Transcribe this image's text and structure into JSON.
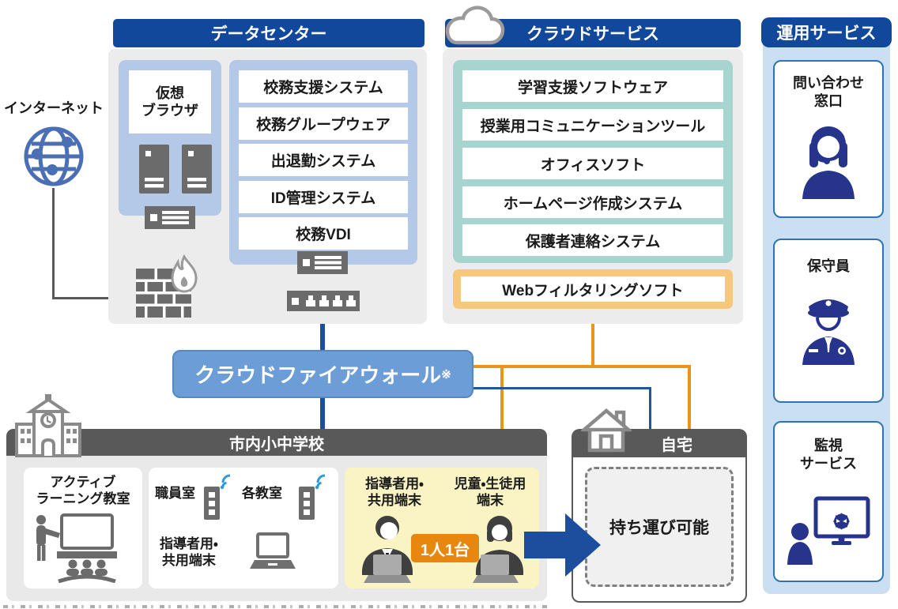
{
  "internet": {
    "label": "インターネット"
  },
  "datacenter": {
    "title": "データセンター",
    "virtual_browser": {
      "line1": "仮想",
      "line2": "ブラウザ"
    },
    "systems": [
      "校務支援システム",
      "校務グループウェア",
      "出退勤システム",
      "ID管理システム",
      "校務VDI"
    ]
  },
  "cloud": {
    "title": "クラウドサービス",
    "services": [
      "学習支援ソフトウェア",
      "授業用コミュニケーションツール",
      "オフィスソフト",
      "ホームページ作成システム",
      "保護者連絡システム"
    ],
    "filter_label": "Webフィルタリングソフト"
  },
  "firewall": {
    "label": "クラウドファイアウォール",
    "note_mark": "※"
  },
  "school": {
    "title": "市内小中学校",
    "active_room": {
      "line1": "アクティブ",
      "line2": "ラーニング教室"
    },
    "staff_room": "職員室",
    "classroom": "各教室",
    "shared_terminal": {
      "line1": "指導者用・",
      "line2": "共用端末"
    },
    "one_to_one": {
      "teacher": {
        "line1": "指導者用・",
        "line2": "共用端末"
      },
      "student": {
        "line1": "児童・生徒用",
        "line2": "端末"
      },
      "badge": "1人1台"
    }
  },
  "home": {
    "title": "自宅",
    "portable": "持ち運び可能"
  },
  "operation": {
    "title": "運用サービス",
    "cards": [
      {
        "line1": "問い合わせ",
        "line2": "窓口",
        "icon": "operator-icon"
      },
      {
        "line1": "保守員",
        "line2": "",
        "icon": "guard-icon"
      },
      {
        "line1": "監視",
        "line2": "サービス",
        "icon": "monitoring-icon"
      }
    ]
  },
  "icons": [
    "globe-icon",
    "server-icon",
    "router-icon",
    "switch-icon",
    "firewall-brick-icon",
    "flame-icon",
    "cloud-icon",
    "school-building-icon",
    "house-icon",
    "access-point-icon",
    "wifi-icon",
    "laptop-icon",
    "classroom-presentation-icon",
    "teacher-laptop-icon",
    "student-laptop-icon",
    "arrow-right-icon",
    "operator-icon",
    "guard-icon",
    "monitoring-icon"
  ],
  "colors": {
    "header_blue": "#11489B",
    "panel_gray": "#ECECED",
    "panel_blue": "#B4C9E8",
    "panel_teal": "#A6D5CF",
    "orange_border": "#F7C77E",
    "orange_line": "#E8951C",
    "orange_badge": "#E8870E",
    "firewall_fill": "#6C9DD6",
    "dark_gray": "#595959",
    "yellow_card": "#FAF3C4",
    "line_blue": "#1C4E9B",
    "ops_column_blue": "#CBDFF3",
    "ops_card_border": "#2E74B5",
    "icon_navy": "#27348C",
    "icon_gray": "#6B6B6B",
    "wifi_blue": "#2F9CD9"
  }
}
